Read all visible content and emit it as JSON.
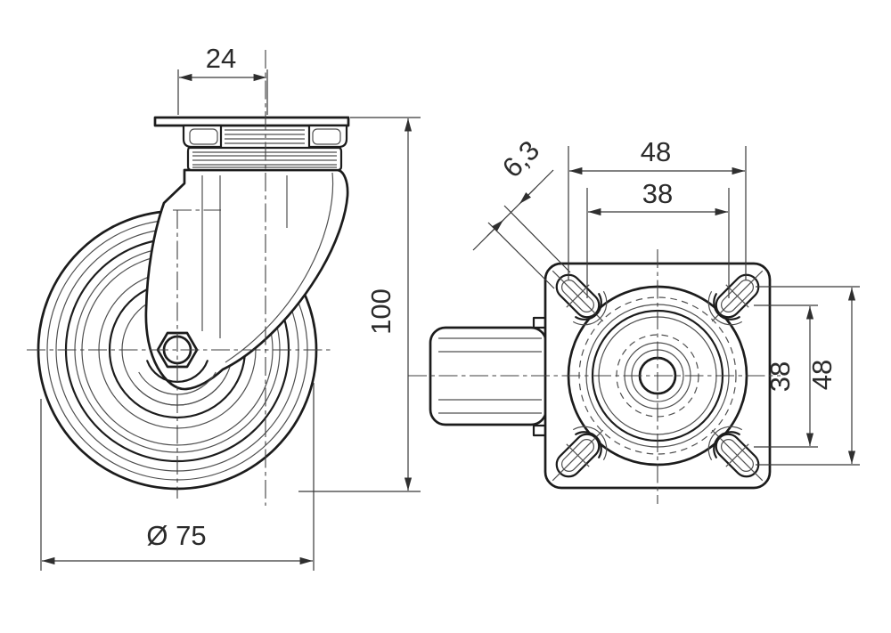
{
  "document": {
    "type": "technical-drawing",
    "subject": "swivel caster wheel, two orthographic views",
    "background": "#ffffff",
    "line_color": "#1c1c1c",
    "thin_line_color": "#4f4f4f",
    "text_color": "#2b2b2b"
  },
  "views": {
    "side": {
      "name": "caster-side-view",
      "dims": {
        "plate_offset": "24",
        "overall_height": "100",
        "wheel_diameter": "Ø 75"
      }
    },
    "top": {
      "name": "mounting-plate-top-view",
      "dims": {
        "hole_pitch_outer_h": "48",
        "hole_pitch_inner_h": "38",
        "hole_diameter": "6,3",
        "hole_pitch_inner_v": "38",
        "hole_pitch_outer_v": "48"
      }
    }
  }
}
